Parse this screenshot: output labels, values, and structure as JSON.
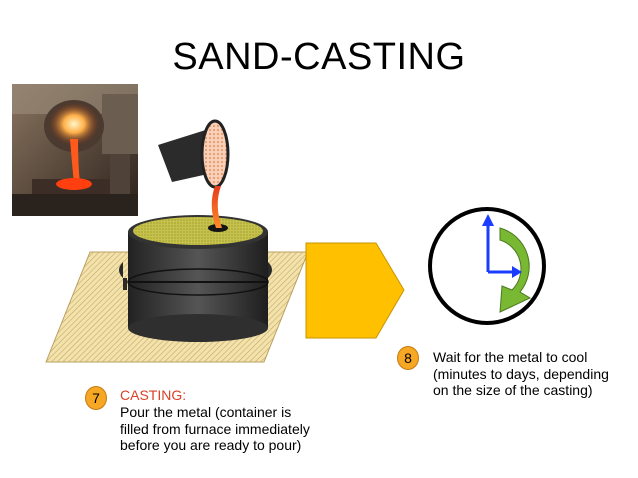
{
  "slide": {
    "title": "SAND-CASTING"
  },
  "step7": {
    "number": "7",
    "title": "CASTING:",
    "body": "Pour the metal (container is filled from furnace immediately before you are ready to pour)"
  },
  "step8": {
    "number": "8",
    "body": "Wait for the metal to cool (minutes to days, depending on the size of the casting)"
  },
  "colors": {
    "badge": "#f6a723",
    "step_title": "#d9412a",
    "arrow": "#ffc000",
    "sand": "#e9d49a",
    "flask": "#3c3c3c",
    "sand_top": "#c9c24a",
    "molten_metal": "#e8461c",
    "clock_hand": "#1a3cff",
    "clock_arrow": "#79b833"
  },
  "icons": [
    "furnace-photo",
    "ladle-icon",
    "flask-mold-icon",
    "next-arrow-icon",
    "clock-icon"
  ]
}
